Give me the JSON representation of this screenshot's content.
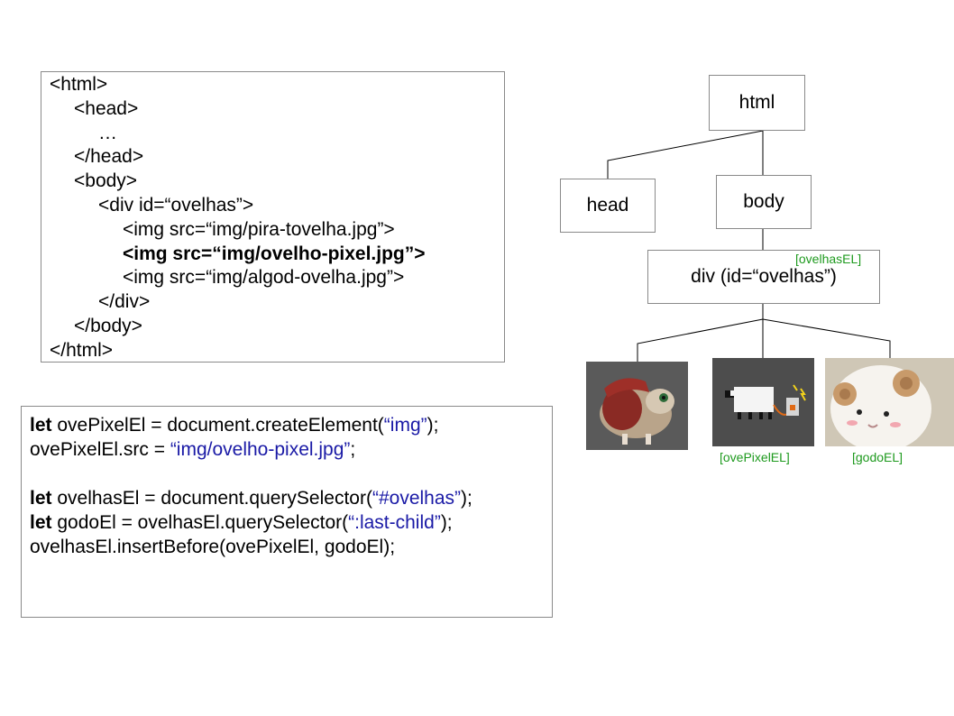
{
  "html_code": {
    "lines": [
      {
        "text": "<html>",
        "indent": 0,
        "bold": false
      },
      {
        "text": "<head>",
        "indent": 1,
        "bold": false
      },
      {
        "text": "…",
        "indent": 2,
        "bold": false
      },
      {
        "text": "</head>",
        "indent": 1,
        "bold": false
      },
      {
        "text": "<body>",
        "indent": 1,
        "bold": false
      },
      {
        "text": "<div id=“ovelhas”>",
        "indent": 2,
        "bold": false
      },
      {
        "text": "<img src=“img/pira-tovelha.jpg”>",
        "indent": 3,
        "bold": false
      },
      {
        "text": "<img src=“img/ovelho-pixel.jpg”>",
        "indent": 3,
        "bold": true
      },
      {
        "text": "<img src=“img/algod-ovelha.jpg”>",
        "indent": 3,
        "bold": false
      },
      {
        "text": "</div>",
        "indent": 2,
        "bold": false
      },
      {
        "text": "</body>",
        "indent": 1,
        "bold": false
      },
      {
        "text": "</html>",
        "indent": 0,
        "bold": false
      }
    ]
  },
  "js_code": {
    "lines": [
      [
        {
          "t": "let",
          "s": "kw"
        },
        {
          "t": " ovePixelEl = document.createElement(",
          "s": ""
        },
        {
          "t": "“img”",
          "s": "str"
        },
        {
          "t": ");",
          "s": ""
        }
      ],
      [
        {
          "t": "ovePixelEl.src = ",
          "s": ""
        },
        {
          "t": "“img/ovelho-pixel.jpg”",
          "s": "str"
        },
        {
          "t": ";",
          "s": ""
        }
      ],
      [],
      [
        {
          "t": "let",
          "s": "kw"
        },
        {
          "t": " ovelhasEl = document.querySelector(",
          "s": ""
        },
        {
          "t": "“#ovelhas”",
          "s": "str"
        },
        {
          "t": ");",
          "s": ""
        }
      ],
      [
        {
          "t": "let",
          "s": "kw"
        },
        {
          "t": " godoEl = ovelhasEl.querySelector(",
          "s": ""
        },
        {
          "t": "“:last-child”",
          "s": "str"
        },
        {
          "t": ");",
          "s": ""
        }
      ],
      [
        {
          "t": "ovelhasEl.insertBefore(ovePixelEl, godoEl);",
          "s": ""
        }
      ]
    ]
  },
  "tree": {
    "html_label": "html",
    "head_label": "head",
    "body_label": "body",
    "div_label": "div (id=“ovelhas”)",
    "div_tag": "[ovelhasEL]",
    "pixel_tag": "[ovePixelEL]",
    "godo_tag": "[godoEL]"
  },
  "images": [
    {
      "name": "pira-tovelha-image",
      "description_icon": "pirate-sheep-image"
    },
    {
      "name": "ovelho-pixel-image",
      "description_icon": "pixel-sheep-image"
    },
    {
      "name": "algod-ovelha-image",
      "description_icon": "plush-sheep-image"
    }
  ],
  "colors": {
    "string": "#1a1aa6",
    "tag": "#1e9a1e",
    "border": "#8a8a8a"
  }
}
